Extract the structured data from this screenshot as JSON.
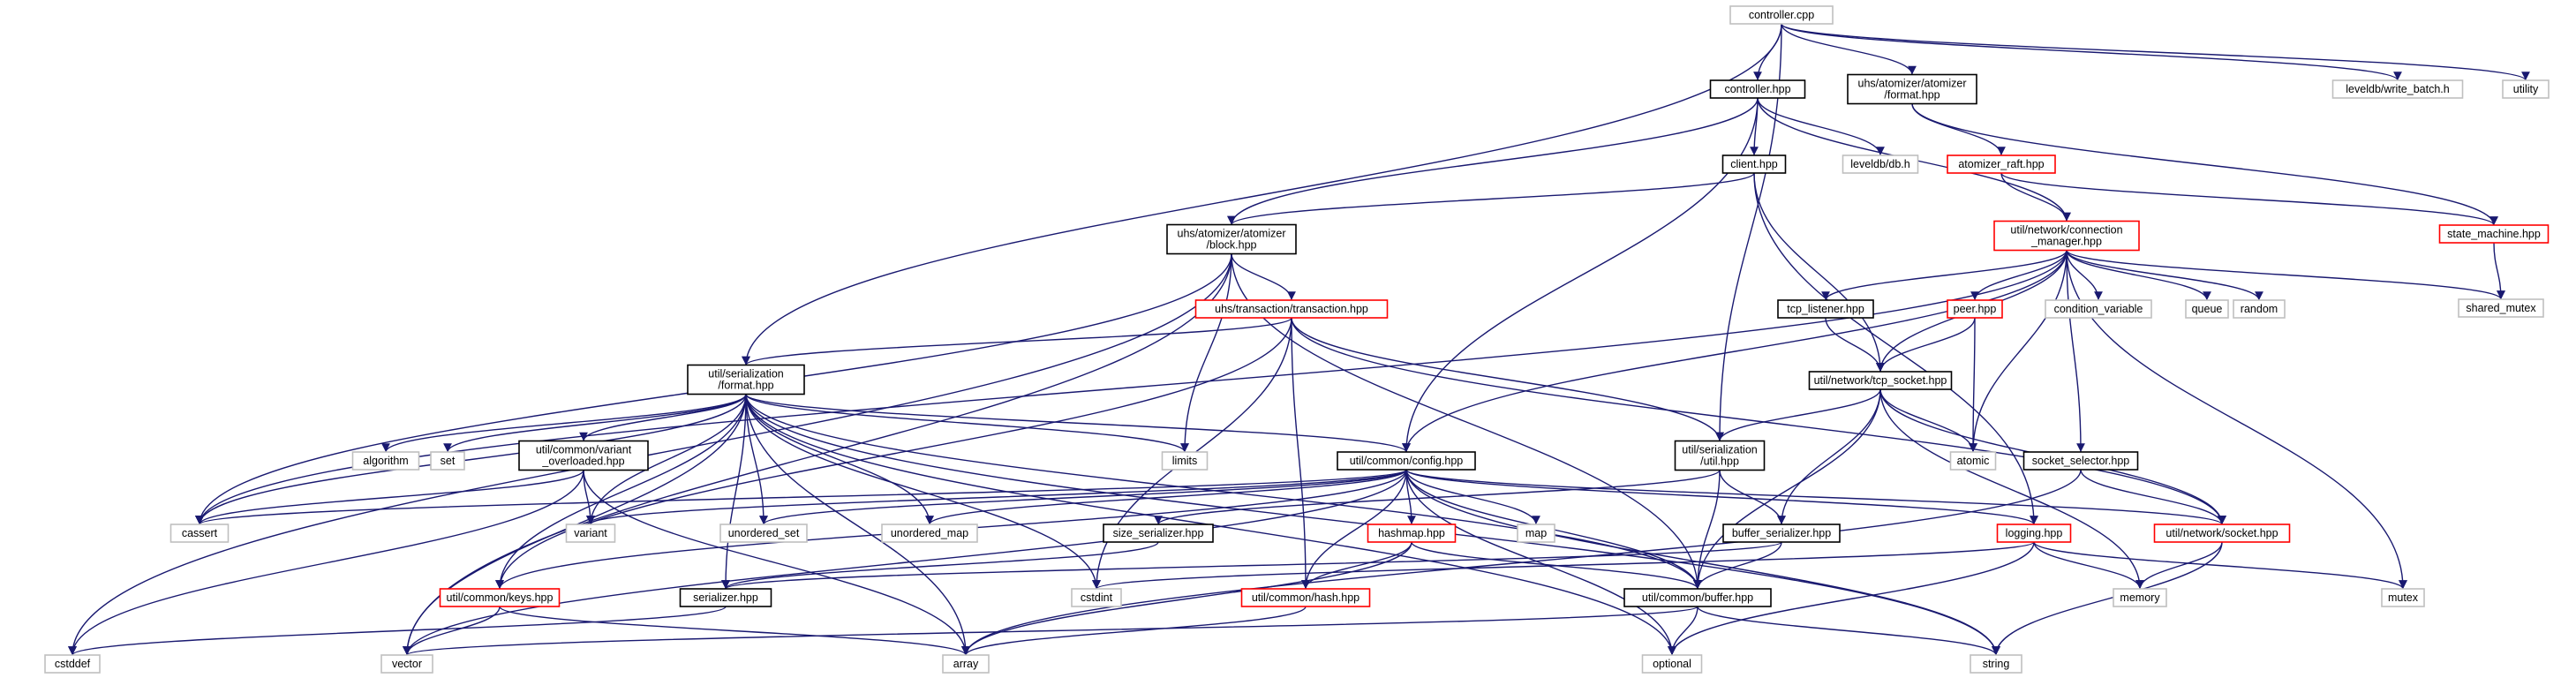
{
  "colors": {
    "background": "#ffffff",
    "edge": "#191970",
    "border_normal": "#000000",
    "border_truncated": "#ff0000",
    "border_external": "#bfbfbf",
    "fill_root": "#bfbfbf",
    "text": "#000000"
  },
  "nodes": [
    {
      "id": "controller_cpp",
      "lines": [
        "controller.cpp"
      ],
      "kind": "root"
    },
    {
      "id": "controller_hpp",
      "lines": [
        "controller.hpp"
      ],
      "kind": "normal"
    },
    {
      "id": "atomizer_format",
      "lines": [
        "uhs/atomizer/atomizer",
        "/format.hpp"
      ],
      "kind": "normal"
    },
    {
      "id": "write_batch",
      "lines": [
        "leveldb/write_batch.h"
      ],
      "kind": "external"
    },
    {
      "id": "utility",
      "lines": [
        "utility"
      ],
      "kind": "external"
    },
    {
      "id": "client_hpp",
      "lines": [
        "client.hpp"
      ],
      "kind": "normal"
    },
    {
      "id": "leveldb_db",
      "lines": [
        "leveldb/db.h"
      ],
      "kind": "external"
    },
    {
      "id": "atomizer_raft",
      "lines": [
        "atomizer_raft.hpp"
      ],
      "kind": "truncated"
    },
    {
      "id": "state_machine",
      "lines": [
        "state_machine.hpp"
      ],
      "kind": "truncated"
    },
    {
      "id": "shared_mutex",
      "lines": [
        "shared_mutex"
      ],
      "kind": "external"
    },
    {
      "id": "block_hpp",
      "lines": [
        "uhs/atomizer/atomizer",
        "/block.hpp"
      ],
      "kind": "normal"
    },
    {
      "id": "conn_manager",
      "lines": [
        "util/network/connection",
        "_manager.hpp"
      ],
      "kind": "truncated"
    },
    {
      "id": "transaction_hpp",
      "lines": [
        "uhs/transaction/transaction.hpp"
      ],
      "kind": "truncated"
    },
    {
      "id": "tcp_listener",
      "lines": [
        "tcp_listener.hpp"
      ],
      "kind": "normal"
    },
    {
      "id": "peer_hpp",
      "lines": [
        "peer.hpp"
      ],
      "kind": "truncated"
    },
    {
      "id": "condition_variable",
      "lines": [
        "condition_variable"
      ],
      "kind": "external"
    },
    {
      "id": "queue",
      "lines": [
        "queue"
      ],
      "kind": "external"
    },
    {
      "id": "random",
      "lines": [
        "random"
      ],
      "kind": "external"
    },
    {
      "id": "ser_format",
      "lines": [
        "util/serialization",
        "/format.hpp"
      ],
      "kind": "normal"
    },
    {
      "id": "tcp_socket",
      "lines": [
        "util/network/tcp_socket.hpp"
      ],
      "kind": "normal"
    },
    {
      "id": "algorithm",
      "lines": [
        "algorithm"
      ],
      "kind": "external"
    },
    {
      "id": "set",
      "lines": [
        "set"
      ],
      "kind": "external"
    },
    {
      "id": "variant_overloaded",
      "lines": [
        "util/common/variant",
        "_overloaded.hpp"
      ],
      "kind": "normal"
    },
    {
      "id": "limits",
      "lines": [
        "limits"
      ],
      "kind": "external"
    },
    {
      "id": "config_hpp",
      "lines": [
        "util/common/config.hpp"
      ],
      "kind": "normal"
    },
    {
      "id": "ser_util",
      "lines": [
        "util/serialization",
        "/util.hpp"
      ],
      "kind": "normal"
    },
    {
      "id": "atomic",
      "lines": [
        "atomic"
      ],
      "kind": "external"
    },
    {
      "id": "socket_selector",
      "lines": [
        "socket_selector.hpp"
      ],
      "kind": "normal"
    },
    {
      "id": "mutex",
      "lines": [
        "mutex"
      ],
      "kind": "external"
    },
    {
      "id": "cassert",
      "lines": [
        "cassert"
      ],
      "kind": "external"
    },
    {
      "id": "variant",
      "lines": [
        "variant"
      ],
      "kind": "external"
    },
    {
      "id": "unordered_set",
      "lines": [
        "unordered_set"
      ],
      "kind": "external"
    },
    {
      "id": "unordered_map",
      "lines": [
        "unordered_map"
      ],
      "kind": "external"
    },
    {
      "id": "size_serializer",
      "lines": [
        "size_serializer.hpp"
      ],
      "kind": "normal"
    },
    {
      "id": "hashmap_hpp",
      "lines": [
        "hashmap.hpp"
      ],
      "kind": "truncated"
    },
    {
      "id": "map",
      "lines": [
        "map"
      ],
      "kind": "external"
    },
    {
      "id": "buffer_serializer",
      "lines": [
        "buffer_serializer.hpp"
      ],
      "kind": "normal"
    },
    {
      "id": "logging_hpp",
      "lines": [
        "logging.hpp"
      ],
      "kind": "truncated"
    },
    {
      "id": "socket_hpp",
      "lines": [
        "util/network/socket.hpp"
      ],
      "kind": "truncated"
    },
    {
      "id": "keys_hpp",
      "lines": [
        "util/common/keys.hpp"
      ],
      "kind": "truncated"
    },
    {
      "id": "serializer_hpp",
      "lines": [
        "serializer.hpp"
      ],
      "kind": "normal"
    },
    {
      "id": "cstdint",
      "lines": [
        "cstdint"
      ],
      "kind": "external"
    },
    {
      "id": "hash_hpp",
      "lines": [
        "util/common/hash.hpp"
      ],
      "kind": "truncated"
    },
    {
      "id": "buffer_hpp",
      "lines": [
        "util/common/buffer.hpp"
      ],
      "kind": "normal"
    },
    {
      "id": "memory",
      "lines": [
        "memory"
      ],
      "kind": "external"
    },
    {
      "id": "cstddef",
      "lines": [
        "cstddef"
      ],
      "kind": "external"
    },
    {
      "id": "vector",
      "lines": [
        "vector"
      ],
      "kind": "external"
    },
    {
      "id": "array",
      "lines": [
        "array"
      ],
      "kind": "external"
    },
    {
      "id": "optional",
      "lines": [
        "optional"
      ],
      "kind": "external"
    },
    {
      "id": "string",
      "lines": [
        "string"
      ],
      "kind": "external"
    }
  ],
  "edges": [
    [
      "controller_cpp",
      "controller_hpp"
    ],
    [
      "controller_cpp",
      "atomizer_format"
    ],
    [
      "controller_cpp",
      "write_batch"
    ],
    [
      "controller_cpp",
      "utility"
    ],
    [
      "controller_cpp",
      "ser_format"
    ],
    [
      "controller_cpp",
      "ser_util"
    ],
    [
      "controller_hpp",
      "client_hpp"
    ],
    [
      "controller_hpp",
      "leveldb_db"
    ],
    [
      "controller_hpp",
      "block_hpp"
    ],
    [
      "controller_hpp",
      "conn_manager"
    ],
    [
      "controller_hpp",
      "config_hpp"
    ],
    [
      "atomizer_format",
      "atomizer_raft"
    ],
    [
      "atomizer_format",
      "state_machine"
    ],
    [
      "atomizer_raft",
      "conn_manager"
    ],
    [
      "atomizer_raft",
      "state_machine"
    ],
    [
      "state_machine",
      "shared_mutex"
    ],
    [
      "client_hpp",
      "block_hpp"
    ],
    [
      "client_hpp",
      "tcp_socket"
    ],
    [
      "client_hpp",
      "logging_hpp"
    ],
    [
      "block_hpp",
      "transaction_hpp"
    ],
    [
      "block_hpp",
      "buffer_hpp"
    ],
    [
      "block_hpp",
      "cassert"
    ],
    [
      "block_hpp",
      "cstddef"
    ],
    [
      "block_hpp",
      "vector"
    ],
    [
      "block_hpp",
      "limits"
    ],
    [
      "conn_manager",
      "tcp_listener"
    ],
    [
      "conn_manager",
      "peer_hpp"
    ],
    [
      "conn_manager",
      "condition_variable"
    ],
    [
      "conn_manager",
      "queue"
    ],
    [
      "conn_manager",
      "random"
    ],
    [
      "conn_manager",
      "socket_selector"
    ],
    [
      "conn_manager",
      "tcp_socket"
    ],
    [
      "conn_manager",
      "config_hpp"
    ],
    [
      "conn_manager",
      "atomic"
    ],
    [
      "conn_manager",
      "mutex"
    ],
    [
      "conn_manager",
      "shared_mutex"
    ],
    [
      "conn_manager",
      "cassert"
    ],
    [
      "transaction_hpp",
      "ser_format"
    ],
    [
      "transaction_hpp",
      "ser_util"
    ],
    [
      "transaction_hpp",
      "hash_hpp"
    ],
    [
      "transaction_hpp",
      "cstdint"
    ],
    [
      "transaction_hpp",
      "keys_hpp"
    ],
    [
      "transaction_hpp",
      "socket_hpp"
    ],
    [
      "tcp_listener",
      "tcp_socket"
    ],
    [
      "peer_hpp",
      "tcp_socket"
    ],
    [
      "peer_hpp",
      "atomic"
    ],
    [
      "tcp_socket",
      "ser_util"
    ],
    [
      "tcp_socket",
      "atomic"
    ],
    [
      "tcp_socket",
      "socket_hpp"
    ],
    [
      "tcp_socket",
      "buffer_serializer"
    ],
    [
      "tcp_socket",
      "buffer_hpp"
    ],
    [
      "tcp_socket",
      "memory"
    ],
    [
      "ser_format",
      "algorithm"
    ],
    [
      "ser_format",
      "set"
    ],
    [
      "ser_format",
      "variant_overloaded"
    ],
    [
      "ser_format",
      "limits"
    ],
    [
      "ser_format",
      "config_hpp"
    ],
    [
      "ser_format",
      "cassert"
    ],
    [
      "ser_format",
      "variant"
    ],
    [
      "ser_format",
      "unordered_set"
    ],
    [
      "ser_format",
      "unordered_map"
    ],
    [
      "ser_format",
      "serializer_hpp"
    ],
    [
      "ser_format",
      "vector"
    ],
    [
      "ser_format",
      "array"
    ],
    [
      "ser_format",
      "optional"
    ],
    [
      "ser_format",
      "buffer_hpp"
    ],
    [
      "ser_format",
      "keys_hpp"
    ],
    [
      "ser_format",
      "cstdint"
    ],
    [
      "ser_format",
      "string"
    ],
    [
      "variant_overloaded",
      "cassert"
    ],
    [
      "variant_overloaded",
      "variant"
    ],
    [
      "variant_overloaded",
      "cstddef"
    ],
    [
      "variant_overloaded",
      "array"
    ],
    [
      "config_hpp",
      "variant"
    ],
    [
      "config_hpp",
      "unordered_set"
    ],
    [
      "config_hpp",
      "unordered_map"
    ],
    [
      "config_hpp",
      "map"
    ],
    [
      "config_hpp",
      "hashmap_hpp"
    ],
    [
      "config_hpp",
      "logging_hpp"
    ],
    [
      "config_hpp",
      "socket_hpp"
    ],
    [
      "config_hpp",
      "hash_hpp"
    ],
    [
      "config_hpp",
      "buffer_hpp"
    ],
    [
      "config_hpp",
      "optional"
    ],
    [
      "config_hpp",
      "string"
    ],
    [
      "config_hpp",
      "cassert"
    ],
    [
      "config_hpp",
      "keys_hpp"
    ],
    [
      "config_hpp",
      "vector"
    ],
    [
      "ser_util",
      "size_serializer"
    ],
    [
      "ser_util",
      "buffer_serializer"
    ],
    [
      "ser_util",
      "buffer_hpp"
    ],
    [
      "socket_selector",
      "socket_hpp"
    ],
    [
      "socket_selector",
      "array"
    ],
    [
      "size_serializer",
      "serializer_hpp"
    ],
    [
      "hashmap_hpp",
      "hash_hpp"
    ],
    [
      "hashmap_hpp",
      "buffer_hpp"
    ],
    [
      "hashmap_hpp",
      "array"
    ],
    [
      "buffer_serializer",
      "serializer_hpp"
    ],
    [
      "buffer_serializer",
      "buffer_hpp"
    ],
    [
      "logging_hpp",
      "memory"
    ],
    [
      "logging_hpp",
      "optional"
    ],
    [
      "logging_hpp",
      "mutex"
    ],
    [
      "logging_hpp",
      "cstdint"
    ],
    [
      "socket_hpp",
      "memory"
    ],
    [
      "socket_hpp",
      "string"
    ],
    [
      "keys_hpp",
      "vector"
    ],
    [
      "keys_hpp",
      "array"
    ],
    [
      "serializer_hpp",
      "cstddef"
    ],
    [
      "hash_hpp",
      "array"
    ],
    [
      "buffer_hpp",
      "vector"
    ],
    [
      "buffer_hpp",
      "optional"
    ],
    [
      "buffer_hpp",
      "string"
    ]
  ]
}
